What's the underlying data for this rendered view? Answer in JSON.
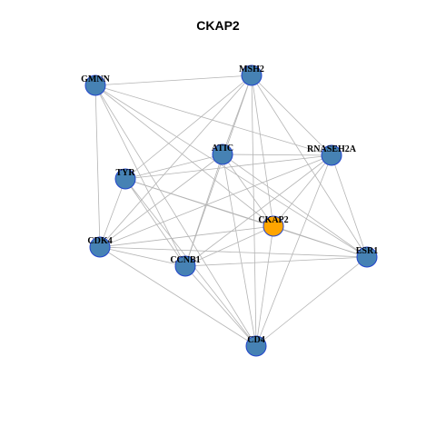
{
  "title": "CKAP2",
  "colors": {
    "node_default": "#4682b4",
    "node_focus": "#ffa500",
    "node_border": "#2244cc",
    "edge": "#b4b4b4"
  },
  "nodes": [
    {
      "id": "GMNN",
      "label": "GMNN",
      "focus": false
    },
    {
      "id": "MSH2",
      "label": "MSH2",
      "focus": false
    },
    {
      "id": "ATIC",
      "label": "ATIC",
      "focus": false
    },
    {
      "id": "RNASEH2A",
      "label": "RNASEH2A",
      "focus": false
    },
    {
      "id": "TYR",
      "label": "TYR",
      "focus": false
    },
    {
      "id": "CKAP2",
      "label": "CKAP2",
      "focus": true
    },
    {
      "id": "CDK4",
      "label": "CDK4",
      "focus": false
    },
    {
      "id": "CCNB1",
      "label": "CCNB1",
      "focus": false
    },
    {
      "id": "ESR1",
      "label": "ESR1",
      "focus": false
    },
    {
      "id": "CD4",
      "label": "CD4",
      "focus": false
    }
  ],
  "edges": [
    [
      "GMNN",
      "MSH2"
    ],
    [
      "GMNN",
      "RNASEH2A"
    ],
    [
      "GMNN",
      "CDK4"
    ],
    [
      "GMNN",
      "CCNB1"
    ],
    [
      "GMNN",
      "CKAP2"
    ],
    [
      "GMNN",
      "ESR1"
    ],
    [
      "GMNN",
      "CD4"
    ],
    [
      "MSH2",
      "ATIC"
    ],
    [
      "MSH2",
      "RNASEH2A"
    ],
    [
      "MSH2",
      "TYR"
    ],
    [
      "MSH2",
      "CDK4"
    ],
    [
      "MSH2",
      "CCNB1"
    ],
    [
      "MSH2",
      "CKAP2"
    ],
    [
      "MSH2",
      "ESR1"
    ],
    [
      "MSH2",
      "CD4"
    ],
    [
      "ATIC",
      "RNASEH2A"
    ],
    [
      "ATIC",
      "TYR"
    ],
    [
      "ATIC",
      "CKAP2"
    ],
    [
      "ATIC",
      "CDK4"
    ],
    [
      "ATIC",
      "CCNB1"
    ],
    [
      "ATIC",
      "ESR1"
    ],
    [
      "ATIC",
      "CD4"
    ],
    [
      "RNASEH2A",
      "TYR"
    ],
    [
      "RNASEH2A",
      "CKAP2"
    ],
    [
      "RNASEH2A",
      "CDK4"
    ],
    [
      "RNASEH2A",
      "CCNB1"
    ],
    [
      "RNASEH2A",
      "ESR1"
    ],
    [
      "RNASEH2A",
      "CD4"
    ],
    [
      "TYR",
      "CKAP2"
    ],
    [
      "TYR",
      "CDK4"
    ],
    [
      "TYR",
      "CCNB1"
    ],
    [
      "TYR",
      "ESR1"
    ],
    [
      "TYR",
      "CD4"
    ],
    [
      "CKAP2",
      "CDK4"
    ],
    [
      "CKAP2",
      "CCNB1"
    ],
    [
      "CKAP2",
      "ESR1"
    ],
    [
      "CKAP2",
      "CD4"
    ],
    [
      "CDK4",
      "CCNB1"
    ],
    [
      "CDK4",
      "ESR1"
    ],
    [
      "CDK4",
      "CD4"
    ],
    [
      "CCNB1",
      "ESR1"
    ],
    [
      "CCNB1",
      "CD4"
    ],
    [
      "ESR1",
      "CD4"
    ]
  ]
}
